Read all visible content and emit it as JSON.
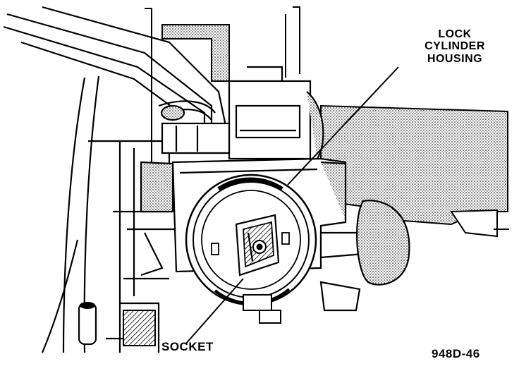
{
  "callouts": {
    "lock_cylinder_housing": [
      "LOCK",
      "CYLINDER",
      "HOUSING"
    ],
    "socket": "SOCKET"
  },
  "figure_id": "948D-46",
  "colors": {
    "ink": "#000000",
    "paper": "#ffffff",
    "stipple": "#b8b8b8"
  }
}
